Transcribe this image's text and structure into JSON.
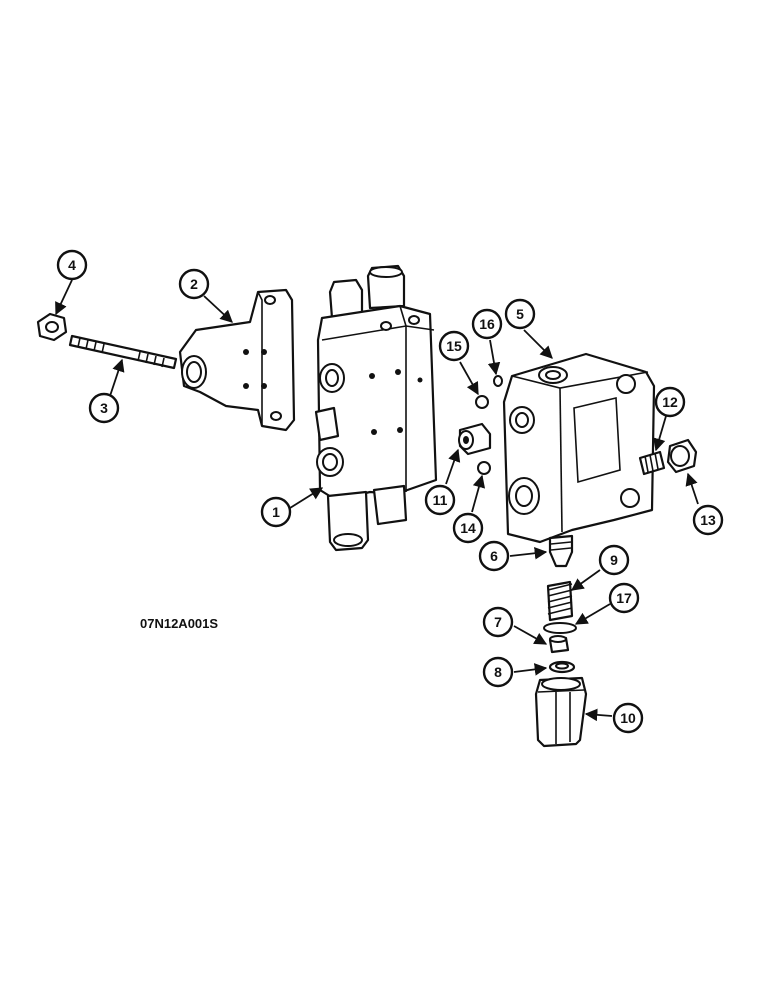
{
  "diagram": {
    "reference_code": "07N12A001S",
    "callouts": {
      "c1": "1",
      "c2": "2",
      "c3": "3",
      "c4": "4",
      "c5": "5",
      "c6": "6",
      "c7": "7",
      "c8": "8",
      "c9": "9",
      "c10": "10",
      "c11": "11",
      "c12": "12",
      "c13": "13",
      "c14": "14",
      "c15": "15",
      "c16": "16",
      "c17": "17"
    }
  }
}
